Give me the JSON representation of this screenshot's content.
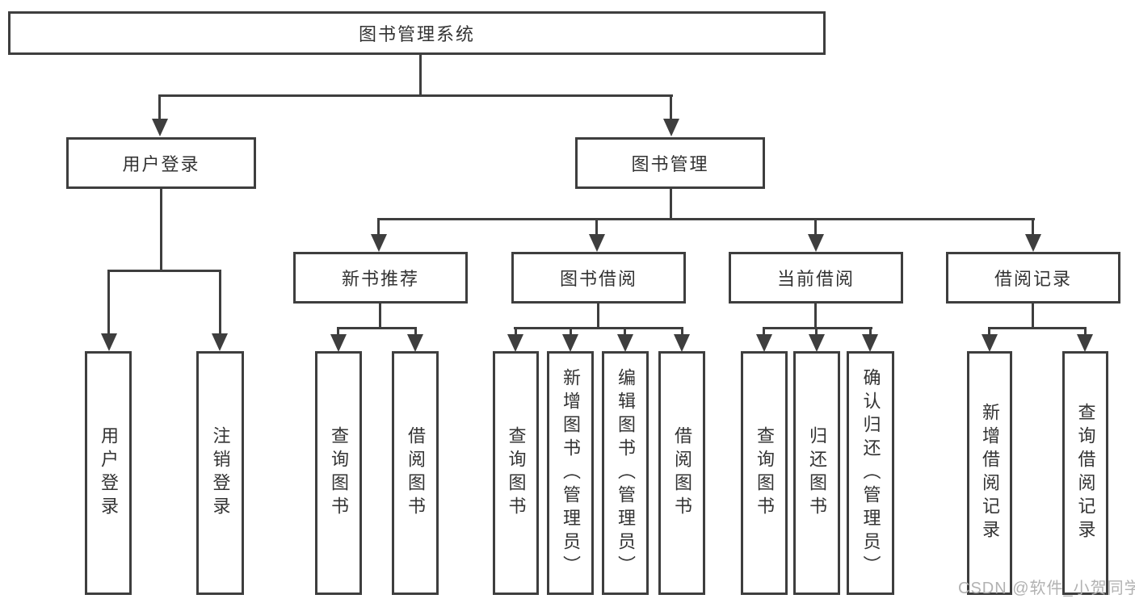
{
  "diagram": {
    "root": {
      "label": "图书管理系统"
    },
    "user_branch": {
      "label": "用户登录",
      "children": [
        {
          "label": "用户登录"
        },
        {
          "label": "注销登录"
        }
      ]
    },
    "book_branch": {
      "label": "图书管理",
      "sections": [
        {
          "label": "新书推荐",
          "children": [
            {
              "label": "查询图书"
            },
            {
              "label": "借阅图书"
            }
          ]
        },
        {
          "label": "图书借阅",
          "children": [
            {
              "label": "查询图书"
            },
            {
              "label": "新增图书（管理员）"
            },
            {
              "label": "编辑图书（管理员）"
            },
            {
              "label": "借阅图书"
            }
          ]
        },
        {
          "label": "当前借阅",
          "children": [
            {
              "label": "查询图书"
            },
            {
              "label": "归还图书"
            },
            {
              "label": "确认归还（管理员）"
            }
          ]
        },
        {
          "label": "借阅记录",
          "children": [
            {
              "label": "新增借阅记录"
            },
            {
              "label": "查询借阅记录"
            }
          ]
        }
      ]
    },
    "watermark": "CSDN @软件_小贺同学",
    "colors": {
      "line": "#3e3e3e",
      "text": "#333333",
      "watermark": "#b2b2b2",
      "background": "#ffffff"
    }
  }
}
